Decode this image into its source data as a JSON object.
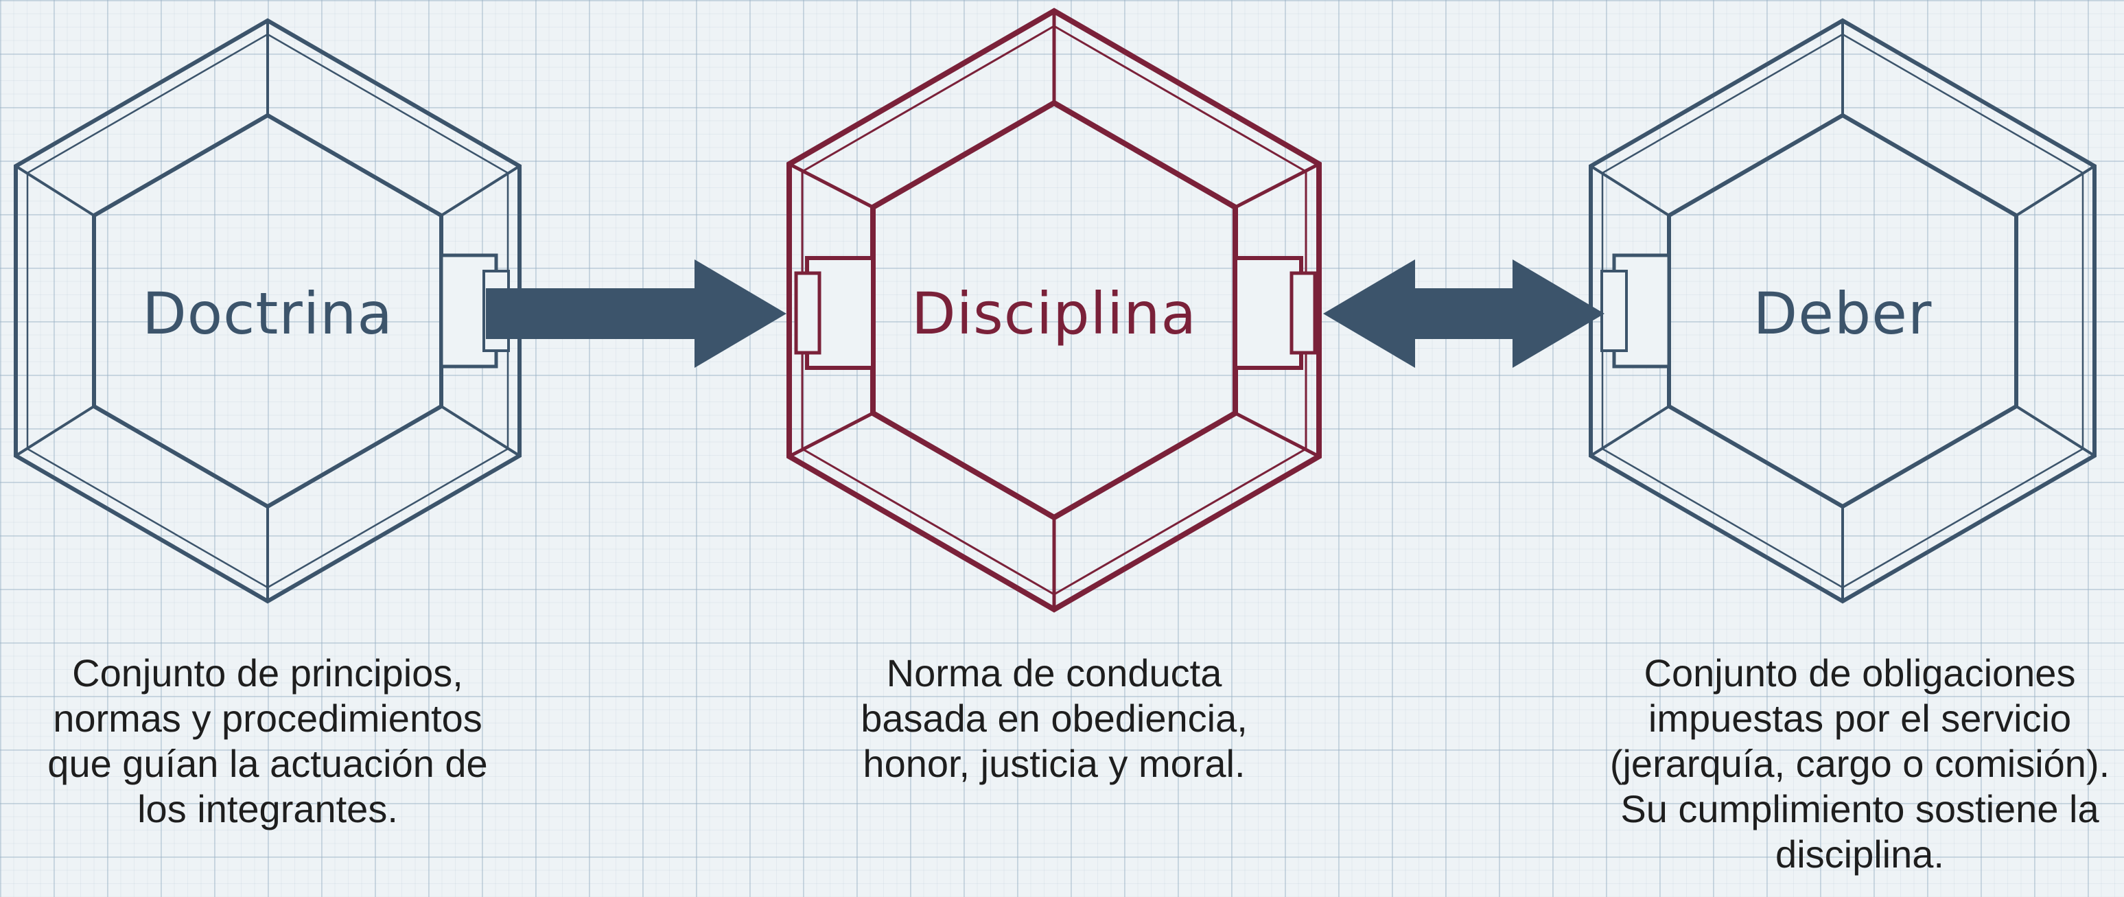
{
  "colors": {
    "blue": "#3c546b",
    "maroon": "#7a2139",
    "text": "#1e1e1e"
  },
  "nodes": [
    {
      "id": "doctrina",
      "label": "Doctrina",
      "color": "#3c546b",
      "description": [
        "Conjunto de principios,",
        "normas y procedimientos",
        "que guían la actuación de",
        "los integrantes."
      ]
    },
    {
      "id": "disciplina",
      "label": "Disciplina",
      "color": "#7a2139",
      "description": [
        "Norma de conducta",
        "basada en obediencia,",
        "honor, justicia y moral."
      ]
    },
    {
      "id": "deber",
      "label": "Deber",
      "color": "#3c546b",
      "description": [
        "Conjunto de obligaciones",
        "impuestas por el servicio",
        "(jerarquía, cargo o comisión).",
        "Su cumplimiento sostiene la",
        "disciplina."
      ]
    }
  ],
  "connectors": [
    {
      "from": "doctrina",
      "to": "disciplina",
      "direction": "forward",
      "icon": "right-arrow-icon"
    },
    {
      "from": "disciplina",
      "to": "deber",
      "direction": "bidirectional",
      "icon": "double-arrow-icon"
    }
  ]
}
